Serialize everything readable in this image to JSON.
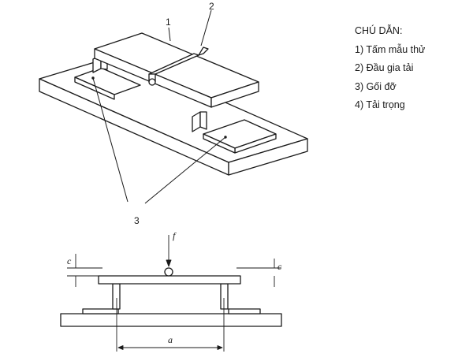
{
  "legend": {
    "title": "CHÚ DẪN:",
    "items": [
      "1) Tấm mẫu thử",
      "2) Đầu gia tải",
      "3) Gối đỡ",
      "4) Tải trọng"
    ]
  },
  "callouts": {
    "c1": "1",
    "c2": "2",
    "c3": "3"
  },
  "dims": {
    "load": "f",
    "thickness": "c",
    "thickness_r": "c",
    "span": "a"
  }
}
